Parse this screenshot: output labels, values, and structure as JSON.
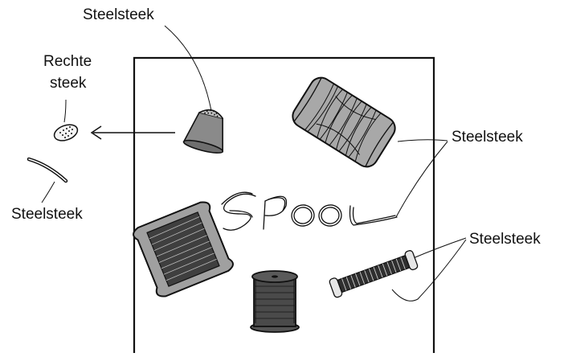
{
  "labels": {
    "thimble_label": "Steelsteek",
    "thimble_top_label_line1": "Rechte",
    "thimble_top_label_line2": "steek",
    "thimble_rim_label": "Steelsteek",
    "spool_label": "Steelsteek",
    "small_spool_label": "Steelsteek"
  },
  "drawing_text": "SPOOL"
}
